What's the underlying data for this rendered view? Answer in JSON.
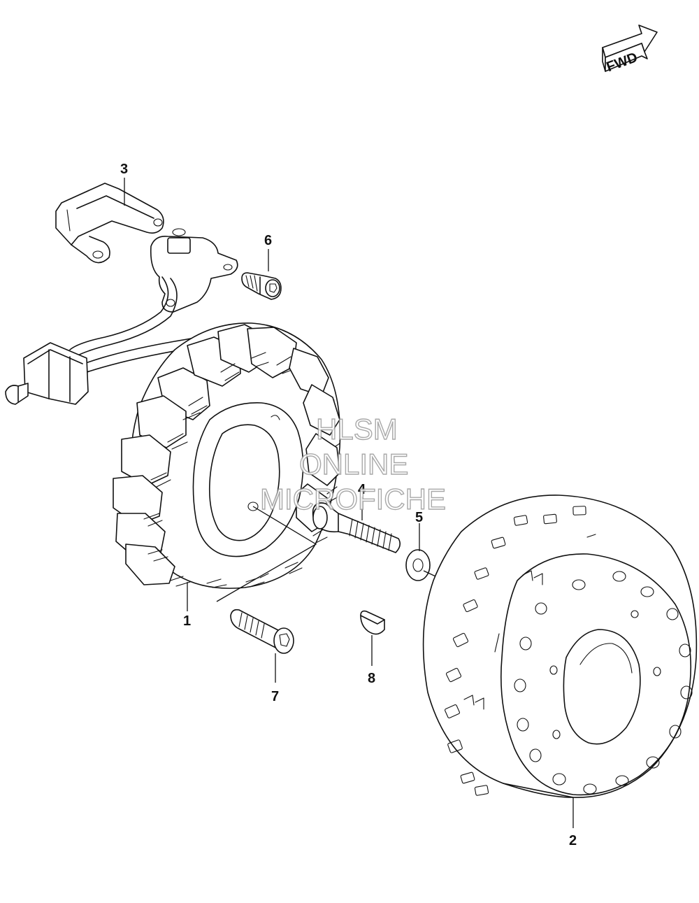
{
  "fwd_label": "FWD",
  "callouts": [
    {
      "id": "1",
      "label": "1"
    },
    {
      "id": "2",
      "label": "2"
    },
    {
      "id": "3",
      "label": "3"
    },
    {
      "id": "4",
      "label": "4"
    },
    {
      "id": "5",
      "label": "5"
    },
    {
      "id": "6",
      "label": "6"
    },
    {
      "id": "7",
      "label": "7"
    },
    {
      "id": "8",
      "label": "8"
    }
  ],
  "watermark": {
    "line1": "HLSM",
    "line2": "ONLINE",
    "line3": "MICROFICHE"
  }
}
